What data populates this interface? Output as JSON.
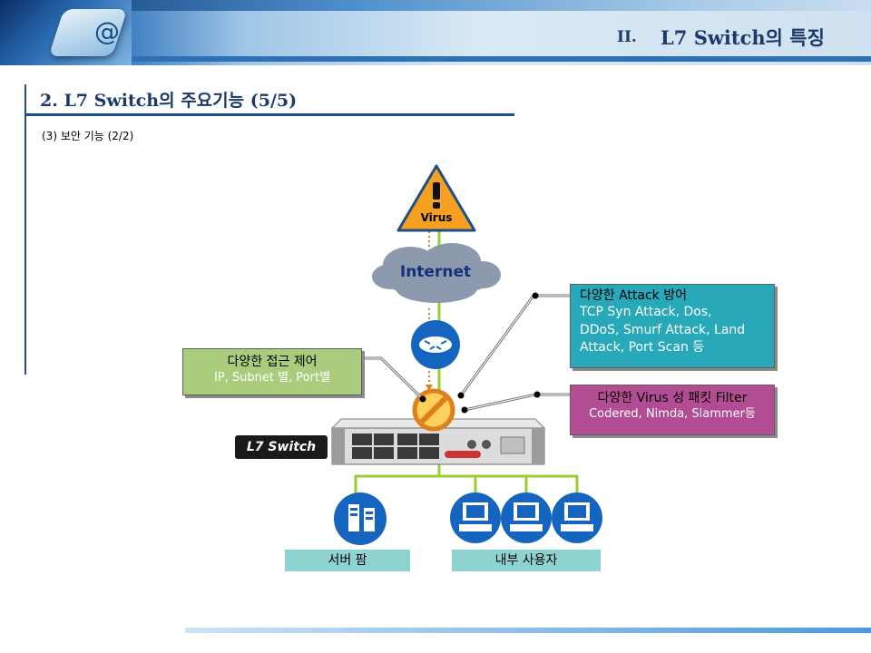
{
  "header": {
    "section_num": "II.",
    "title": "L7 Switch의 특징"
  },
  "section": {
    "title": "2. L7 Switch의 주요기능 (5/5)",
    "subtitle": "(3) 보안 기능 (2/2)"
  },
  "diagram": {
    "virus_label": "Virus",
    "internet_label": "Internet",
    "l7_label": "L7 Switch",
    "access_box": {
      "title": "다양한 접근 제어",
      "sub": "IP, Subnet 별, Port별"
    },
    "attack_box": {
      "title": "다양한 Attack 방어",
      "lines": [
        "TCP Syn Attack, Dos,",
        "DDoS, Smurf Attack, Land",
        "Attack, Port Scan 등"
      ]
    },
    "virus_box": {
      "title": "다양한 Virus 성 패킷 Filter",
      "sub": "Codered, Nimda, Slammer등"
    },
    "server_label": "서버 팜",
    "users_label": "내부 사용자"
  },
  "colors": {
    "heading": "#1b3a6b",
    "access_box": "#a9cc7d",
    "attack_box": "#27a9b9",
    "virus_box": "#b24c93",
    "label_box": "#8fd3d0",
    "link_line": "#9acd32",
    "node_blue": "#1565c0"
  }
}
